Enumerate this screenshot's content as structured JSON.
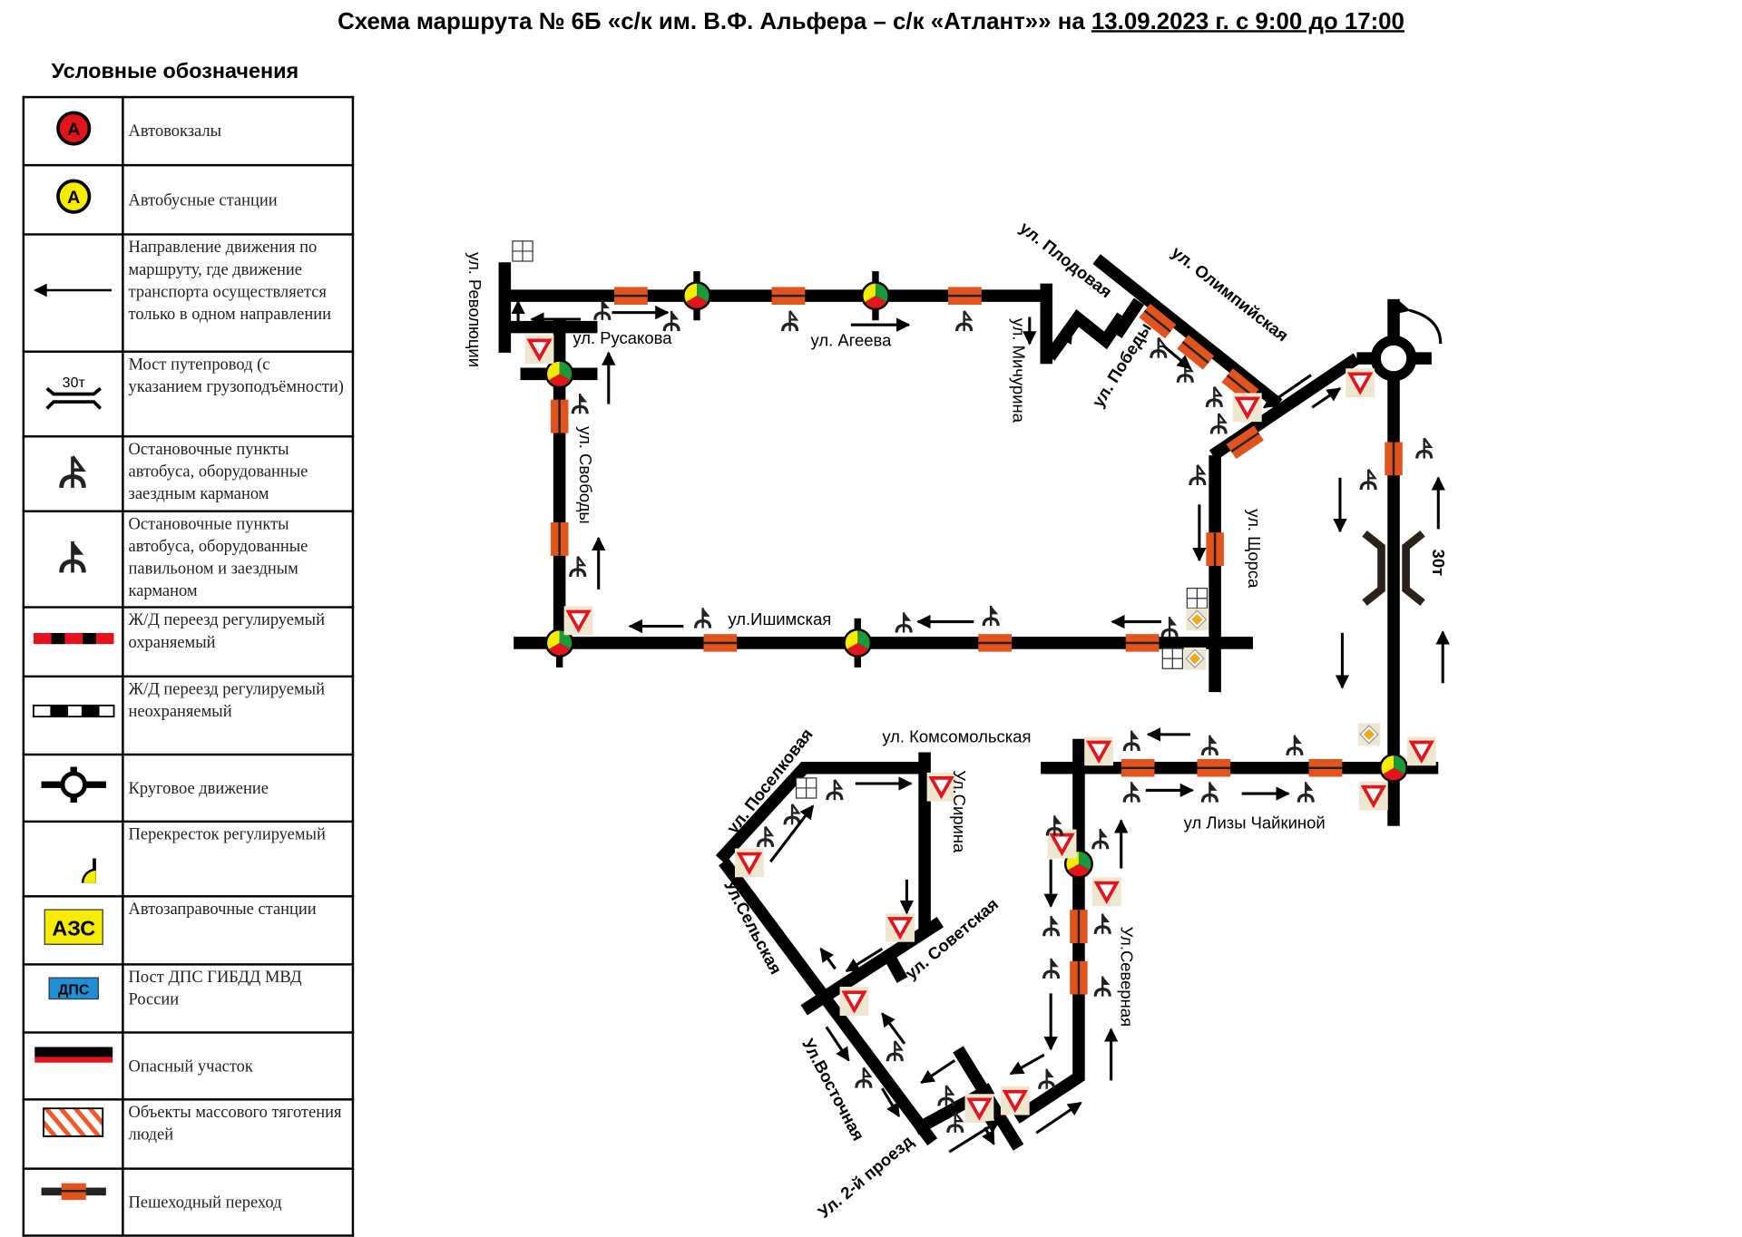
{
  "title": {
    "main": "Схема маршрута № 6Б «с/к им. В.Ф. Альфера – с/к «Атлант»» на ",
    "date": "13.09.2023 г. с 9:00 до 17:00"
  },
  "legend": {
    "heading": "Условные обозначения",
    "items": [
      {
        "icon": "bus-terminal-icon",
        "label": "Автовокзалы",
        "symbol_text": "А",
        "color": "#e3141b"
      },
      {
        "icon": "bus-station-icon",
        "label": "Автобусные станции",
        "symbol_text": "А",
        "color": "#f5ec00"
      },
      {
        "icon": "one-way-arrow-icon",
        "label": "Направление движения по маршруту, где движение транспорта осуществляется только в одном направлении"
      },
      {
        "icon": "bridge-icon",
        "label": "Мост путепровод (с указанием грузоподъёмности)",
        "symbol_text": "30т"
      },
      {
        "icon": "bus-stop-pocket-icon",
        "label": "Остановочные пункты автобуса, оборудованные заездным карманом"
      },
      {
        "icon": "bus-stop-pavilion-icon",
        "label": "Остановочные пункты автобуса, оборудованные павильоном и заездным карманом"
      },
      {
        "icon": "rail-crossing-guarded-icon",
        "label": "Ж/Д переезд регулируемый охраняемый"
      },
      {
        "icon": "rail-crossing-unguarded-icon",
        "label": "Ж/Д переезд регулируемый неохраняемый"
      },
      {
        "icon": "roundabout-icon",
        "label": "Круговое движение"
      },
      {
        "icon": "traffic-light-icon",
        "label": "Перекресток регулируемый"
      },
      {
        "icon": "gas-station-icon",
        "label": "Автозаправочные станции",
        "symbol_text": "АЗС",
        "color": "#f5ec00"
      },
      {
        "icon": "police-post-icon",
        "label": "Пост ДПС ГИБДД МВД России",
        "symbol_text": "ДПС",
        "color": "#1e90d6"
      },
      {
        "icon": "dangerous-section-icon",
        "label": "Опасный участок"
      },
      {
        "icon": "crowd-objects-icon",
        "label": "Объекты массового тяготения людей"
      },
      {
        "icon": "pedestrian-crossing-icon",
        "label": "Пешеходный переход"
      }
    ]
  },
  "streets": {
    "revolyutsii": "ул. Революции",
    "rusakova": "ул. Русакова",
    "ageeva": "ул. Агеева",
    "michurina": "ул. Мичурина",
    "plodovaya": "ул. Плодовая",
    "olimpiyskaya": "ул. Олимпийская",
    "pobedy": "ул. Победы",
    "svobody": "ул. Свободы",
    "shorsa": "ул. Щорса",
    "ishimskaya": "ул.Ишимская",
    "komsomolskaya": "ул. Комсомольская",
    "poselkovaya": "ул. Поселковая",
    "sirina": "Ул.Сирина",
    "selskaya": "Ул.Сельская",
    "sovetskaya": "ул. Советская",
    "vostochnaya": "Ул.Восточная",
    "proezd2": "Ул. 2-й проезд",
    "severnaya": "Ул.Северная",
    "lizy_chaikinoy": "ул Лизы Чайкиной"
  },
  "bridge_capacity": "30т",
  "colors": {
    "road": "#000000",
    "crossing": "#e2531d",
    "light_red": "#e3141b",
    "light_yellow": "#f5ec00",
    "light_green": "#1a9a3a",
    "yield_sign": "#e3141b"
  }
}
